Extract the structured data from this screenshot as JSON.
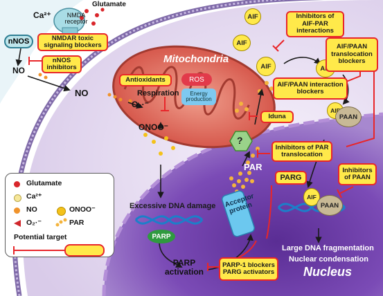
{
  "labels": {
    "ca": "Ca²⁺",
    "glutamate": "Glutamate",
    "nmda": "NMDA receptor",
    "nnos": "nNOS",
    "no_1": "NO",
    "no_2": "NO",
    "o2": "O₂·⁻",
    "onoo": "ONOO⁻",
    "mito": "Mitochondria",
    "ros": "ROS",
    "energy": "Energy production",
    "respiration": "Respiration",
    "dna_damage": "Excessive DNA damage",
    "parp": "PARP",
    "parp_activation": "PARP activation",
    "par": "PAR",
    "question": "?",
    "acceptor": "Acceptor protein",
    "nucleus": "Nucleus",
    "fragmentation": "Large DNA fragmentation",
    "condensation": "Nuclear condensation",
    "aif": "AIF",
    "paan": "PAAN"
  },
  "boxes": {
    "nmdar_blockers": "NMDAR toxic signaling blockers",
    "nnos_inhibitors": "nNOS inhibitors",
    "antioxidants": "Antioxidants",
    "aif_par": "Inhibitors of AIF-PAR interactions",
    "aif_paan_transloc": "AIF/PAAN translocation blockers",
    "aif_paan_interaction": "AIF/PAAN interaction blockers",
    "iduna": "Iduna",
    "par_transloc": "Inhibitors of PAR translocation",
    "parg": "PARG",
    "paan_inhib": "Inhibitors of PAAN",
    "parp1_blockers": "PARP-1 blockers",
    "parg_activators": "PARG activators"
  },
  "legend": {
    "glutamate": "Glutamate",
    "ca": "Ca²⁺",
    "no": "NO",
    "onoo": "ONOO⁻",
    "o2": "O₂·⁻",
    "par": "PAR",
    "target": "Potential target"
  },
  "colors": {
    "glutamate": "#d9262b",
    "ca": "#f6e79a",
    "no": "#f0932b",
    "onoo": "#f4c21a",
    "o2": "#d0262b",
    "par": "#f4b43d",
    "target_box": "#ffe94a",
    "target_line": "#e8262a",
    "cytoplasm": "#e6dcf2",
    "nucleus": "#6f3fa8",
    "mitochondria": "#d9584c"
  }
}
